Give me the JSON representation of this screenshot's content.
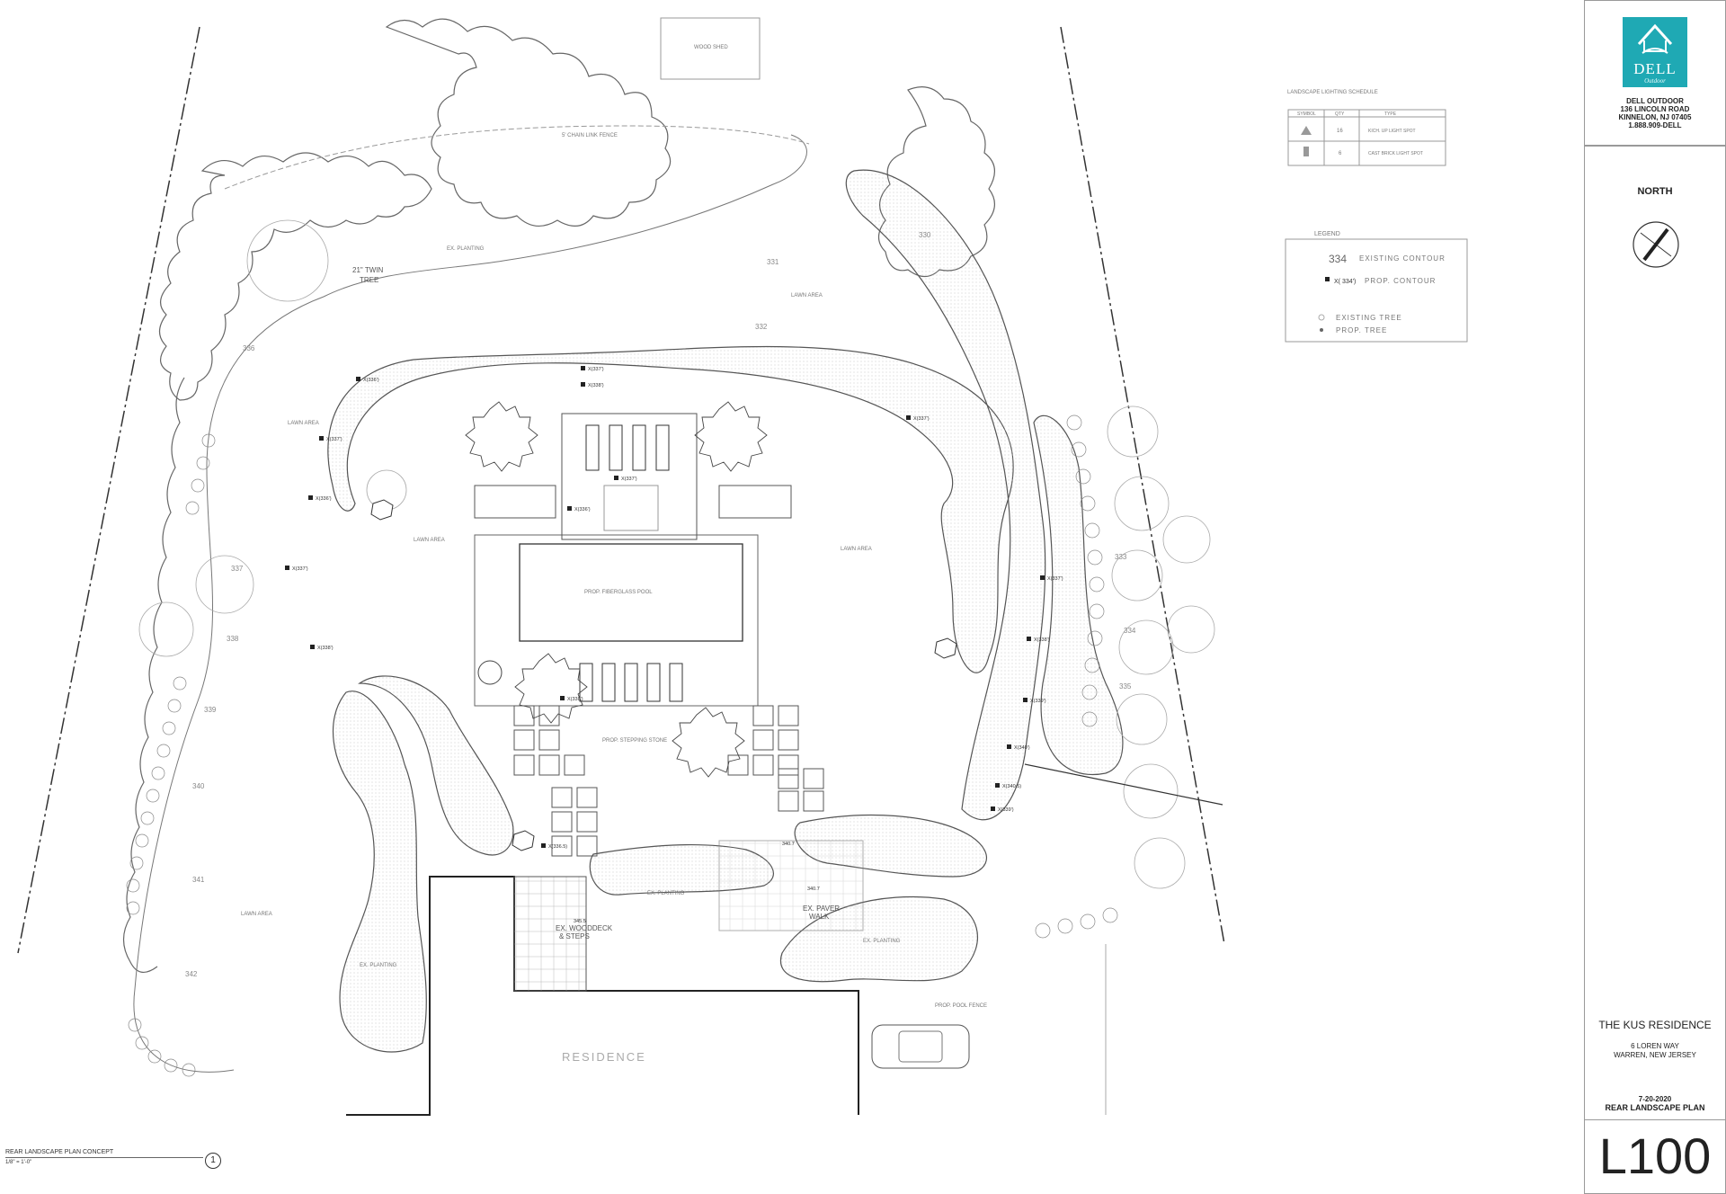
{
  "plan": {
    "wood_shed": "WOOD SHED",
    "chain_link_fence": "5' CHAIN LINK FENCE",
    "twin_tree": "21\" TWIN",
    "twin_tree_2": "TREE",
    "residence": "RESIDENCE",
    "ex_woodeck": "EX. WOODDECK",
    "ex_woodeck_2": "& STEPS",
    "ex_paver": "EX. PAVER",
    "ex_paver_2": "WALK",
    "spot_345_5": "345.5",
    "spot_340_7": "340.7",
    "spot_340_7b": "340.7",
    "lawn_area": "LAWN AREA",
    "ex_planting": "EX. PLANTING",
    "prop_stepping_stone": "PROP. STEPPING STONE",
    "prop_pool_fence": "PROP. POOL FENCE",
    "pool_note": "PROP. FIBERGLASS POOL",
    "contours": [
      "330",
      "331",
      "332",
      "333",
      "334",
      "335",
      "336",
      "337",
      "338",
      "339",
      "340",
      "341",
      "342"
    ],
    "elevations": [
      "X(336')",
      "X(337')",
      "X(336')",
      "X(337')",
      "X(338')",
      "X(337')",
      "X(338')",
      "X(336')",
      "X(337')",
      "X(337')",
      "X(338')",
      "X(339')",
      "X(340')",
      "X(340.5)",
      "X(339')",
      "X(338')",
      "X(337')",
      "X(336.5)"
    ]
  },
  "schedule": {
    "title": "LANDSCAPE LIGHTING SCHEDULE",
    "headers": [
      "SYMBOL",
      "QTY",
      "TYPE"
    ],
    "rows": [
      {
        "symbol": "triangle",
        "qty": "16",
        "type": "KICH. UP LIGHT SPOT"
      },
      {
        "symbol": "rectangle",
        "qty": "6",
        "type": "CAST BRICK LIGHT SPOT"
      }
    ]
  },
  "legend": {
    "title": "LEGEND",
    "existing_contour_num": "334",
    "existing_contour": "EXISTING CONTOUR",
    "prop_contour_num": "X( 334')",
    "prop_contour": "PROP. CONTOUR",
    "existing_tree": "EXISTING TREE",
    "prop_tree": "PROP. TREE"
  },
  "titleblock": {
    "logo": "DELL",
    "logo_sub": "Outdoor",
    "company": "DELL OUTDOOR",
    "address1": "136 LINCOLN ROAD",
    "address2": "KINNELON, NJ 07405",
    "phone": "1.888.909-DELL",
    "north": "NORTH",
    "project": "THE KUS RESIDENCE",
    "street": "6 LOREN WAY",
    "city": "WARREN, NEW JERSEY",
    "date": "7-20-2020",
    "sheet_title": "REAR LANDSCAPE PLAN",
    "sheet_number": "L100",
    "accent_color": "#1fa9b4"
  },
  "caption": {
    "title": "REAR LANDSCAPE PLAN CONCEPT",
    "scale": "1/8\" = 1'-0\"",
    "number": "1"
  }
}
